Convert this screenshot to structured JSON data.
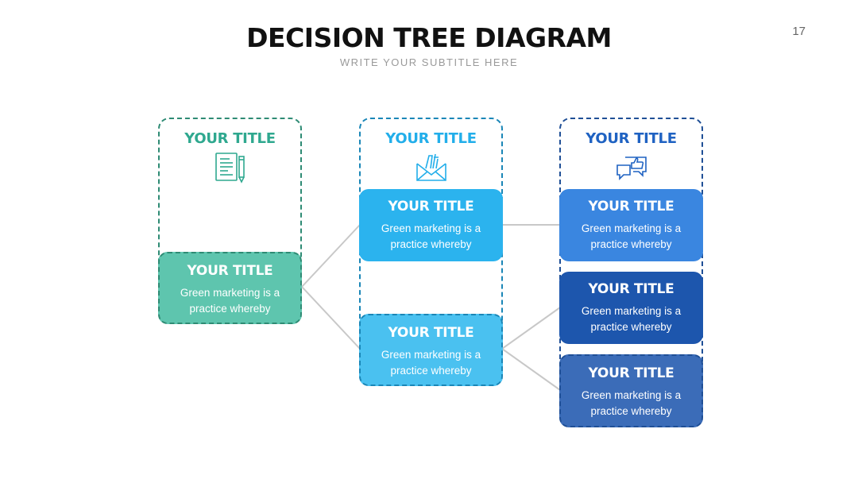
{
  "header": {
    "title": "DECISION TREE DIAGRAM",
    "subtitle": "WRITE YOUR SUBTITLE HERE",
    "page_number": "17"
  },
  "colors": {
    "teal": "#5ec5ae",
    "teal_border": "#2e8b74",
    "sky": "#2bb3ee",
    "sky_light": "#4ac1f0",
    "sky_border": "#1a86b7",
    "blue": "#3a86e0",
    "blue_dark": "#1d56ad",
    "blue_mid": "#3b6cb8",
    "blue_border": "#1f4f96",
    "line": "#c8c8c8"
  },
  "columns": [
    {
      "title": "YOUR TITLE",
      "icon": "document-pencil-icon",
      "title_color": "#2fa88f",
      "cards": [
        {
          "title": "YOUR TITLE",
          "text": "Green marketing is a practice whereby",
          "color": "#5ec5ae"
        }
      ]
    },
    {
      "title": "YOUR TITLE",
      "icon": "envelope-tools-icon",
      "title_color": "#22aeea",
      "cards": [
        {
          "title": "YOUR TITLE",
          "text": "Green marketing is a practice whereby",
          "color": "#2bb3ee"
        },
        {
          "title": "YOUR TITLE",
          "text": "Green marketing is a practice whereby",
          "color": "#4ac1f0"
        }
      ]
    },
    {
      "title": "YOUR TITLE",
      "icon": "speech-bubbles-thumbs-up-icon",
      "title_color": "#1f62c2",
      "cards": [
        {
          "title": "YOUR TITLE",
          "text": "Green marketing is a practice whereby",
          "color": "#3a86e0"
        },
        {
          "title": "YOUR TITLE",
          "text": "Green marketing is a practice whereby",
          "color": "#1d56ad"
        },
        {
          "title": "YOUR TITLE",
          "text": "Green marketing is a practice whereby",
          "color": "#3b6cb8"
        }
      ]
    }
  ]
}
